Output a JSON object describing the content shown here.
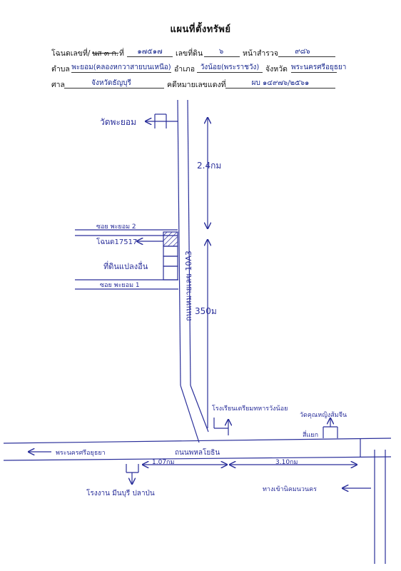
{
  "title": "แผนที่ตั้งทรัพย์",
  "form": {
    "row1": {
      "deed_label": "โฉนดเลขที่/",
      "deed_alt": "นส ๓ ก.",
      "deed_no_label": "ที่",
      "deed_no": "๑๗๕๑๗",
      "land_no_label": "เลขที่ดิน",
      "land_no": "๖",
      "survey_label": "หน้าสำรวจ",
      "survey_no": "๙๘๖"
    },
    "row2": {
      "tambon_label": "ตำบล",
      "tambon": "พะยอม(คลองหกวาสายบนเหนือ)",
      "amphoe_label": "อำเภอ",
      "amphoe": "วังน้อย(พระราชวัง)",
      "province_label": "จังหวัด",
      "province": "พระนครศรีอยุธยา"
    },
    "row3": {
      "court_label": "ศาล",
      "court": "จังหวัดธัญบุรี",
      "case_label": "คดีหมายเลขแดงที่",
      "case_no": "ผบ ๑๔๙๗๖/๒๕๖๑"
    }
  },
  "map": {
    "temple_top": "วัดพะยอม",
    "dist_upper": "2.4กม",
    "road_vertical": "ถนนหมายเลข 10A3",
    "soi_2": "ซอย พะยอม 2",
    "deed_plot": "โฉนด17517",
    "plot_below": "ที่ดินแปลงอื่น",
    "soi_1": "ซอย พะยอม 1",
    "dist_lower": "350ม",
    "school": "โรงเรียนเตรียมทหารวังน้อย",
    "temple_right": "วัดคุณหญิงส้มจีน",
    "intersection_right": "สี่แยก",
    "main_road": "ถนนพหลโยธิน",
    "to_left": "พระนครศรีอยุธยา",
    "dist_left": "1.07กม",
    "dist_right": "3.10กม",
    "factory": "โรงงาน มีนบุรี ปลาป่น",
    "bottom_right": "ทางเข้านิคมนวนคร"
  },
  "colors": {
    "ink": "#2a2f9a",
    "form_value": "#1a2a8f",
    "text": "#111111"
  }
}
